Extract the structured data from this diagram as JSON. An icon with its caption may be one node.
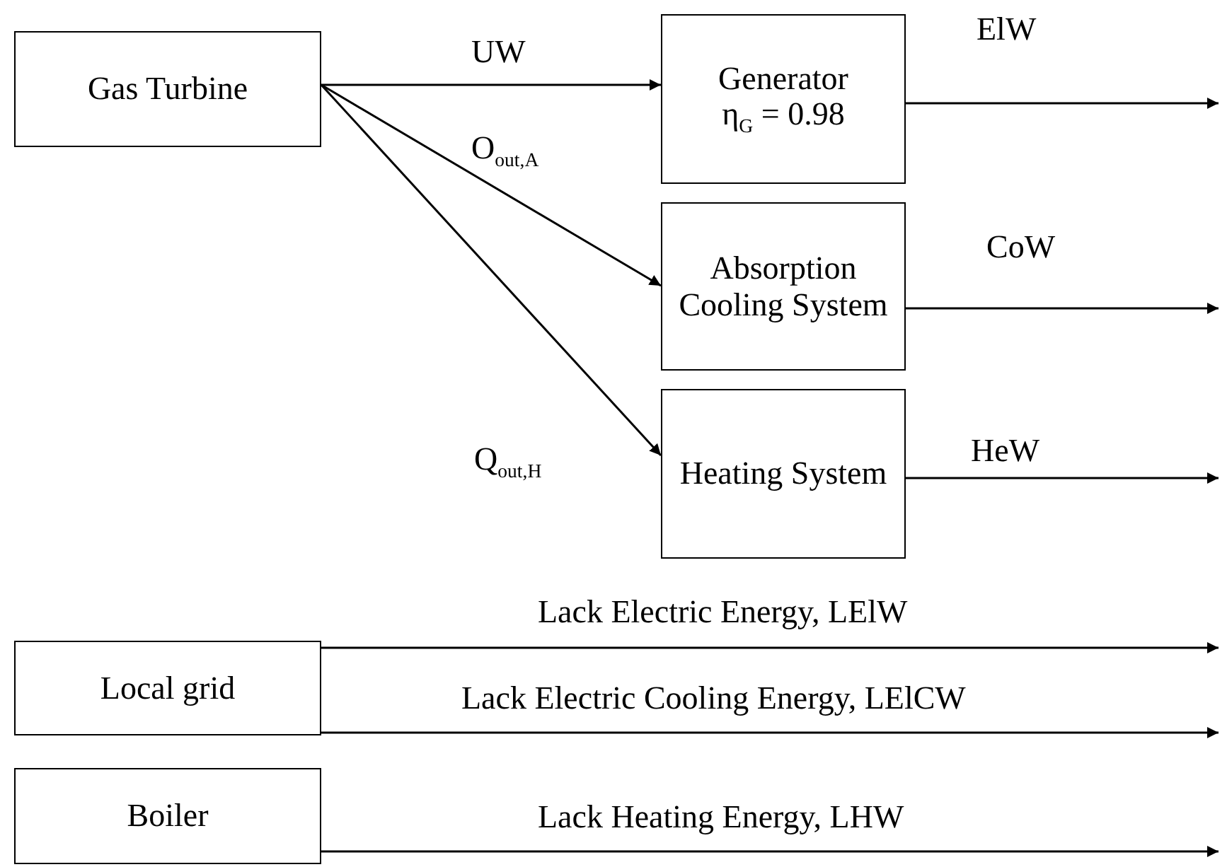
{
  "diagram": {
    "nodes": [
      {
        "text": [
          "Gas Turbine"
        ]
      },
      {
        "text": [
          "Generator",
          "η$_{G}$ = 0.98"
        ]
      },
      {
        "text": [
          "Absorption Cooling System"
        ]
      },
      {
        "text": [
          "Heating System"
        ]
      },
      {
        "text": [
          "Local grid"
        ]
      },
      {
        "text": [
          "Boiler"
        ]
      }
    ],
    "edges": [
      {
        "from": 0,
        "to": 1,
        "arrow": "to",
        "label": "UW"
      },
      {
        "from": 0,
        "to": 2,
        "arrow": "to",
        "label": "O$_{out,A}$"
      },
      {
        "from": 0,
        "to": 3,
        "arrow": "to",
        "label": "Q$_{out,H}$"
      },
      {
        "from": 1,
        "to": null,
        "arrow": "to",
        "label": "ElW"
      },
      {
        "from": 2,
        "to": null,
        "arrow": "to",
        "label": "CoW"
      },
      {
        "from": 3,
        "to": null,
        "arrow": "to",
        "label": "HeW"
      },
      {
        "from": 4,
        "to": null,
        "arrow": "to",
        "label": "Lack Electric Energy, LElW"
      },
      {
        "from": 4,
        "to": null,
        "arrow": "to",
        "label": "Lack Electric Cooling Energy, LElCW"
      },
      {
        "from": 5,
        "to": null,
        "arrow": "to",
        "label": "Lack Heating Energy, LHW"
      }
    ]
  }
}
